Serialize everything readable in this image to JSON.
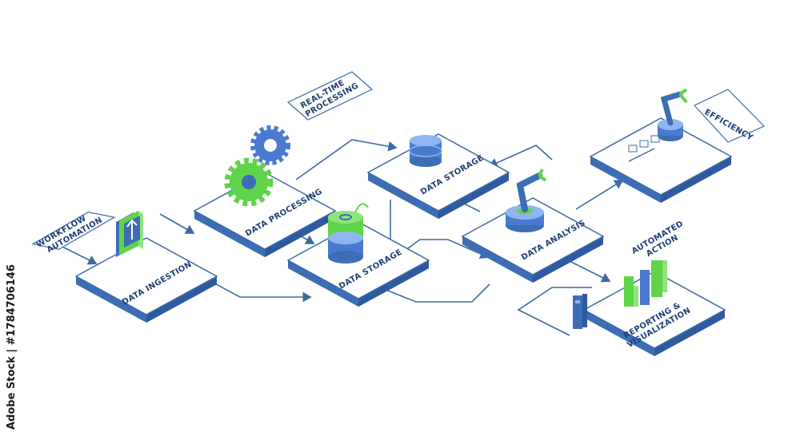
{
  "colors": {
    "line": "#3c6aa6",
    "tile_top": "#ffffff",
    "tile_side": "#3d6db5",
    "green": "#5fd44a",
    "blue": "#4a7ad0"
  },
  "nodes": {
    "data_ingestion": "DATA INGESTION",
    "data_processing": "DATA PROCESSING",
    "data_storage_green": "DATA STORAGE",
    "data_storage_blue": "DATA STORAGE",
    "data_analysis": "DATA ANALYSIS",
    "reporting": [
      "REPORTING &",
      "VISUALIZATION"
    ],
    "efficiency_unit": ""
  },
  "tags": {
    "workflow_automation": [
      "WORKFLOW",
      "AUTOMATION"
    ],
    "real_time_processing": [
      "REAL-TIME",
      "PROCESSING"
    ],
    "efficiency": [
      "EFFICIENCY"
    ],
    "automated_action": [
      "AUTOMATED",
      "ACTION"
    ]
  },
  "watermark": "Adobe Stock | #1784706146"
}
